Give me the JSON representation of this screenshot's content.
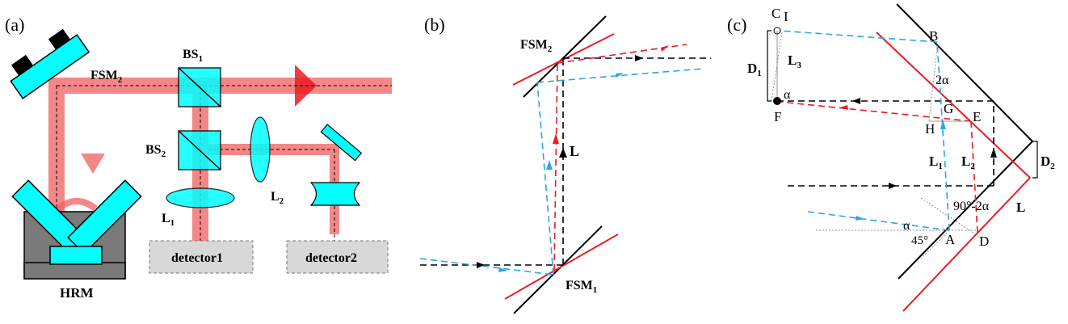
{
  "panels": {
    "a": "(a)",
    "b": "(b)",
    "c": "(c)"
  },
  "panel_a": {
    "fsm2": "FSM",
    "fsm2_sub": "2",
    "bs1": "BS",
    "bs1_sub": "1",
    "bs2": "BS",
    "bs2_sub": "2",
    "l1": "L",
    "l1_sub": "1",
    "l2": "L",
    "l2_sub": "2",
    "hrm": "HRM",
    "detector1": "detector1",
    "detector2": "detector2"
  },
  "panel_b": {
    "fsm2": "FSM",
    "fsm2_sub": "2",
    "fsm1": "FSM",
    "fsm1_sub": "1",
    "l": "L"
  },
  "panel_c": {
    "c": "C",
    "i": "I",
    "b": "B",
    "d1": "D",
    "d1_sub": "1",
    "l3": "L",
    "l3_sub": "3",
    "two_alpha": "2α",
    "alpha_f": "α",
    "f": "F",
    "g": "G",
    "e": "E",
    "h": "H",
    "l1": "L",
    "l1_sub": "1",
    "l2": "L",
    "l2_sub": "2",
    "d2": "D",
    "d2_sub": "2",
    "ninety": "90°-2α",
    "l": "L",
    "alpha_a": "α",
    "fortyfive": "45°",
    "a": "A",
    "d": "D"
  },
  "colors": {
    "red": "#e81c24",
    "blue": "#2aa7e0",
    "cyan": "#00ffff",
    "beam": "#f08080"
  }
}
